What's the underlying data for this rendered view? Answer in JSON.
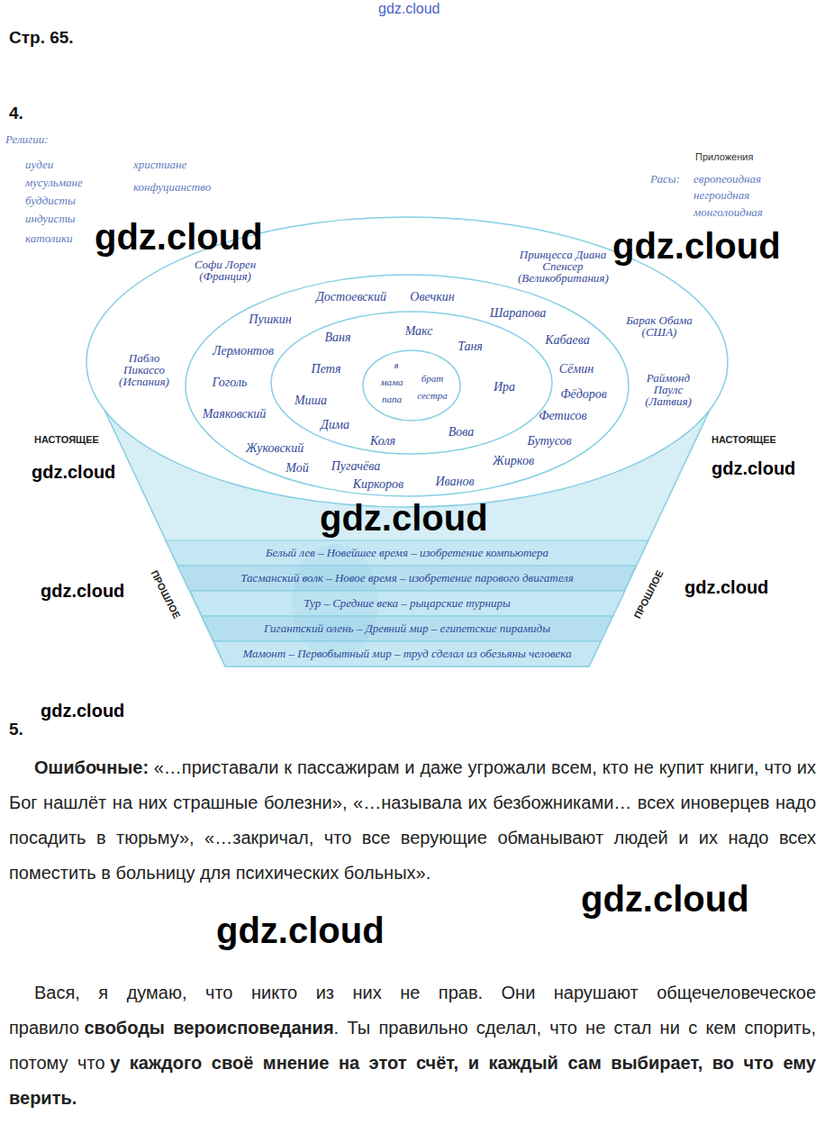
{
  "diagram": {
    "title": "Стр. 65.",
    "nodes": [
      {
        "text": [
          "Софи Лорен (Франция)",
          "Принцесса Диана Спенсер (Великобритания)",
          "Пабло Пикассо (Испания)",
          "Барак Обама (США)",
          "Раймонд Паулс (Латвия)"
        ]
      },
      {
        "text": [
          "Достоевский",
          "Овечкин",
          "Пушкин",
          "Шарапова",
          "Лермонтов",
          "Кабаева",
          "Сёмин",
          "Гоголь",
          "Фёдоров",
          "Маяковский",
          "Фетисов",
          "Жуковский",
          "Бутусов",
          "Мой",
          "Пугачёва",
          "Жирков",
          "Киркоров",
          "Иванов"
        ],
        "in": 0
      },
      {
        "text": [
          "Ваня",
          "Макс",
          "Таня",
          "Петя",
          "Ира",
          "Миша",
          "Дима",
          "Коля",
          "Вова"
        ],
        "in": 1
      },
      {
        "text": [
          "я",
          "мама",
          "папа",
          "брат",
          "сестра"
        ],
        "in": 2
      },
      {
        "text": [
          "Белый лев – Новейшее время – изобретение компьютера"
        ]
      },
      {
        "text": [
          "Тасманский волк – Новое время – изобретение парового двигателя"
        ]
      },
      {
        "text": [
          "Тур – Средние века – рыцарские турниры"
        ]
      },
      {
        "text": [
          "Гигантский олень – Древний мир – египетские пирамиды"
        ]
      },
      {
        "text": [
          "Мамонт – Первобытный мир – труд сделал из обезьяны человека"
        ]
      }
    ],
    "labels": [
      "4.",
      "Религии:",
      "иудеи",
      "мусульмане",
      "буддисты",
      "индуисты",
      "католики",
      "христиане",
      "конфуцианство",
      "Приложения",
      "Расы:",
      "европеоидная",
      "негроидная",
      "монголоидная",
      "НАСТОЯЩЕЕ",
      "НАСТОЯЩЕЕ",
      "ПРОШЛОЕ",
      "ПРОШЛОЕ",
      "5.",
      "Ошибочные:",
      "«…приставали к пассажирам и даже угрожали всем, кто не купит книги, что их Бог нашлёт на них страшные болезни», «…называла их безбожниками… всех иноверцев надо посадить в тюрьму», «…закричал, что все верующие обманывают людей и их надо всех поместить в больницу для психических больных».",
      "Вася, я думаю, что никто из них не прав. Они нарушают общечеловеческое правило",
      "свободы вероисповедания",
      ". Ты правильно сделал, что не стал ни с кем спорить, потому что",
      "у каждого своё мнение на этот счёт, и каждый сам выбирает, во что ему верить.",
      "gdz.cloud",
      "gdz.cloud",
      "gdz.cloud",
      "gdz.cloud",
      "gdz.cloud",
      "gdz.cloud",
      "gdz.cloud",
      "gdz.cloud",
      "gdz.cloud",
      "gdz.cloud",
      "gdz.cloud"
    ]
  }
}
